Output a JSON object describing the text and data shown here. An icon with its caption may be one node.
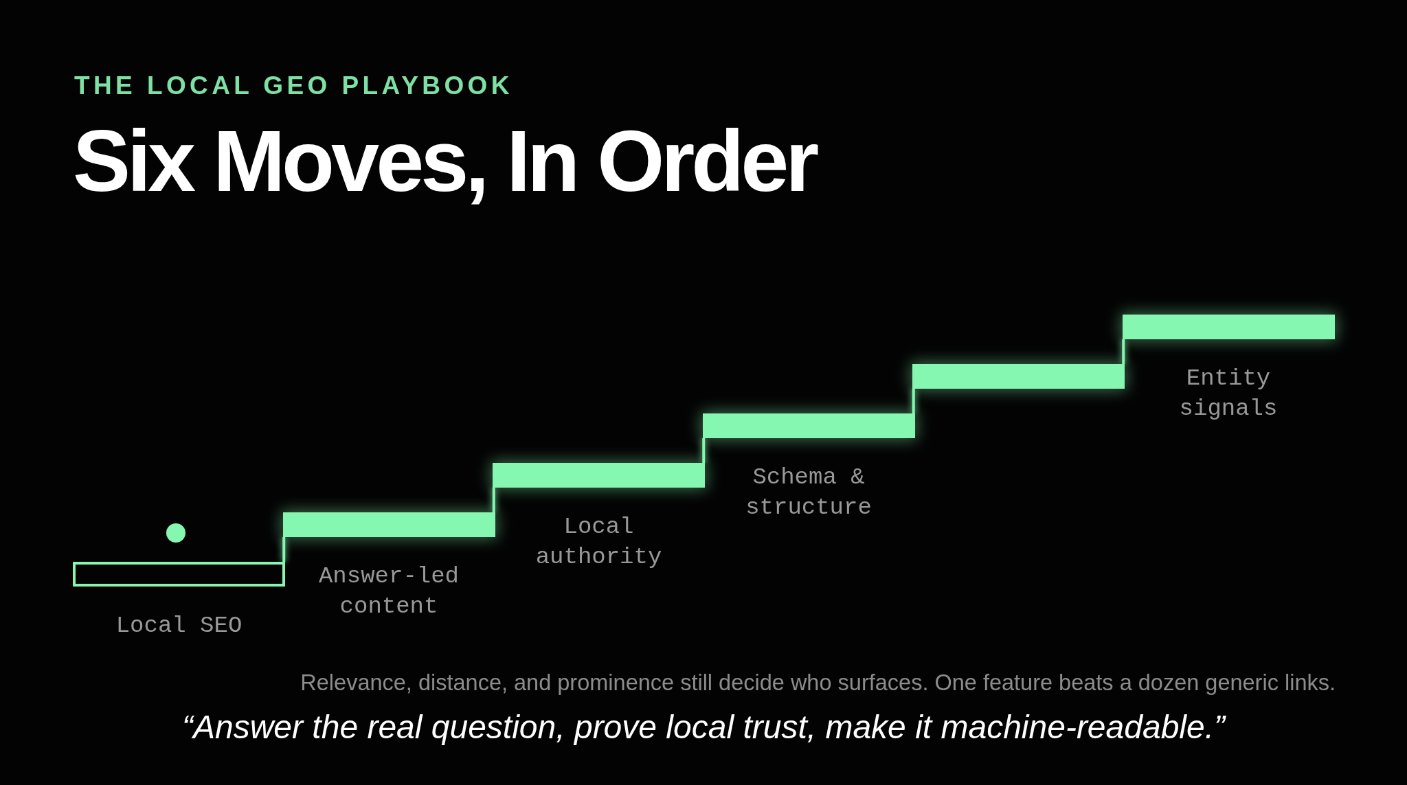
{
  "diagram": {
    "title": "Six Moves, In Order",
    "caption": "“Answer the real question, prove local trust, make it machine-readable.”",
    "nodes": [
      {
        "text": [],
        "shape": "box",
        "beside": [
          "Local SEO"
        ]
      },
      {
        "text": [],
        "shape": "bar",
        "beside": [
          "Answer-led content"
        ]
      },
      {
        "text": [],
        "shape": "bar",
        "beside": [
          "Local authority"
        ]
      },
      {
        "text": [],
        "shape": "bar",
        "beside": [
          "Schema & structure"
        ]
      },
      {
        "text": [],
        "shape": "bar"
      },
      {
        "text": [],
        "shape": "bar",
        "beside": [
          "Entity signals"
        ]
      }
    ],
    "edges": [
      {
        "from": 0,
        "to": 1,
        "arrow": "none"
      },
      {
        "from": 1,
        "to": 2,
        "arrow": "none"
      },
      {
        "from": 2,
        "to": 3,
        "arrow": "none"
      },
      {
        "from": 3,
        "to": 4,
        "arrow": "none"
      },
      {
        "from": 4,
        "to": 5,
        "arrow": "none"
      }
    ],
    "labels": [
      "THE LOCAL GEO PLAYBOOK",
      "Relevance, distance, and prominence still decide who surfaces. One feature beats a dozen generic links."
    ]
  }
}
